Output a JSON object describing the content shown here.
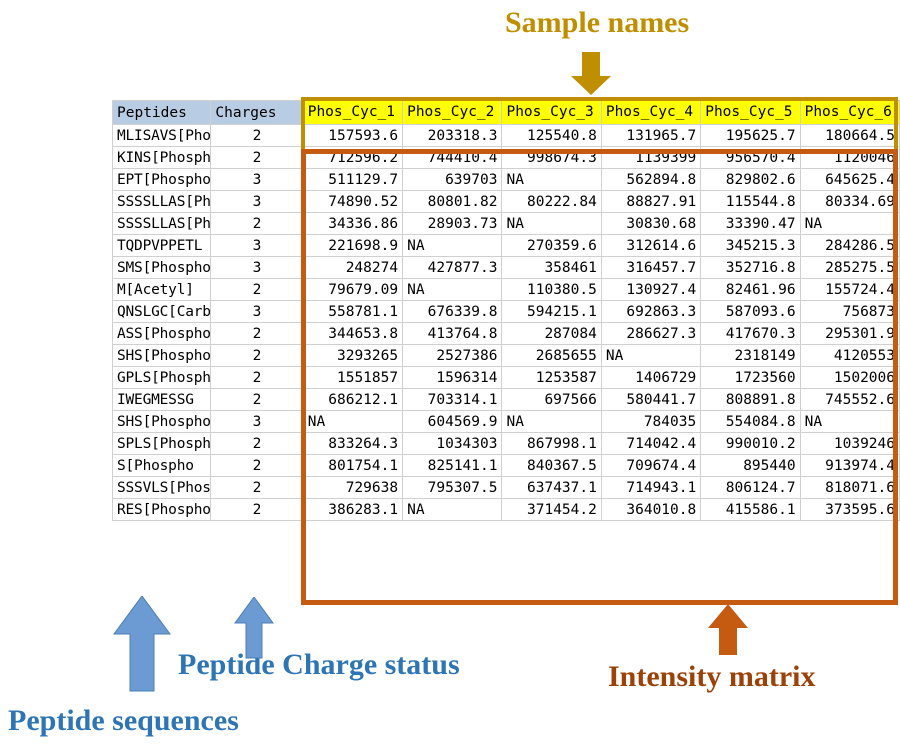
{
  "annotations": {
    "sample_names": "Sample names",
    "intensity_matrix": "Intensity matrix",
    "charge_status": "Peptide Charge status",
    "peptide_sequences": "Peptide sequences"
  },
  "colors": {
    "sample_names": "#bf8f00",
    "intensity_matrix": "#c55a11",
    "blue_annotation": "#2e75b6",
    "header_blue": "#b8cce4",
    "header_yellow": "#ffff00"
  },
  "table": {
    "headers": {
      "peptides": "Peptides",
      "charges": "Charges",
      "samples": [
        "Phos_Cyc_1",
        "Phos_Cyc_2",
        "Phos_Cyc_3",
        "Phos_Cyc_4",
        "Phos_Cyc_5",
        "Phos_Cyc_6"
      ]
    },
    "rows": [
      {
        "peptide": "MLISAVS[Phospho",
        "charge": "2",
        "values": [
          "157593.6",
          "203318.3",
          "125540.8",
          "131965.7",
          "195625.7",
          "180664.5"
        ]
      },
      {
        "peptide": "KINS[Phospho",
        "charge": "2",
        "values": [
          "712596.2",
          "744410.4",
          "998674.3",
          "1139399",
          "956570.4",
          "1120046"
        ]
      },
      {
        "peptide": "EPT[Phospho",
        "charge": "3",
        "values": [
          "511129.7",
          "639703",
          "NA",
          "562894.8",
          "829802.6",
          "645625.4"
        ]
      },
      {
        "peptide": "SSSSLLAS[Phospho",
        "charge": "3",
        "values": [
          "74890.52",
          "80801.82",
          "80222.84",
          "88827.91",
          "115544.8",
          "80334.69"
        ]
      },
      {
        "peptide": "SSSSLLAS[Phospho",
        "charge": "2",
        "values": [
          "34336.86",
          "28903.73",
          "NA",
          "30830.68",
          "33390.47",
          "NA"
        ]
      },
      {
        "peptide": "TQDPVPPETL",
        "charge": "3",
        "values": [
          "221698.9",
          "NA",
          "270359.6",
          "312614.6",
          "345215.3",
          "284286.5"
        ]
      },
      {
        "peptide": "SMS[Phospho",
        "charge": "3",
        "values": [
          "248274",
          "427877.3",
          "358461",
          "316457.7",
          "352716.8",
          "285275.5"
        ]
      },
      {
        "peptide": "M[Acetyl]",
        "charge": "2",
        "values": [
          "79679.09",
          "NA",
          "110380.5",
          "130927.4",
          "82461.96",
          "155724.4"
        ]
      },
      {
        "peptide": "QNSLGC[Carbamid",
        "charge": "3",
        "values": [
          "558781.1",
          "676339.8",
          "594215.1",
          "692863.3",
          "587093.6",
          "756873"
        ]
      },
      {
        "peptide": "ASS[Phospho",
        "charge": "2",
        "values": [
          "344653.8",
          "413764.8",
          "287084",
          "286627.3",
          "417670.3",
          "295301.9"
        ]
      },
      {
        "peptide": "SHS[Phospho",
        "charge": "2",
        "values": [
          "3293265",
          "2527386",
          "2685655",
          "NA",
          "2318149",
          "4120553"
        ]
      },
      {
        "peptide": "GPLS[Phospho",
        "charge": "2",
        "values": [
          "1551857",
          "1596314",
          "1253587",
          "1406729",
          "1723560",
          "1502006"
        ]
      },
      {
        "peptide": "IWEGMESSG",
        "charge": "2",
        "values": [
          "686212.1",
          "703314.1",
          "697566",
          "580441.7",
          "808891.8",
          "745552.6"
        ]
      },
      {
        "peptide": "SHS[Phospho",
        "charge": "3",
        "values": [
          "NA",
          "604569.9",
          "NA",
          "784035",
          "554084.8",
          "NA"
        ]
      },
      {
        "peptide": "SPLS[Phospho",
        "charge": "2",
        "values": [
          "833264.3",
          "1034303",
          "867998.1",
          "714042.4",
          "990010.2",
          "1039246"
        ]
      },
      {
        "peptide": "S[Phospho",
        "charge": "2",
        "values": [
          "801754.1",
          "825141.1",
          "840367.5",
          "709674.4",
          "895440",
          "913974.4"
        ]
      },
      {
        "peptide": "SSSVLS[Phospho",
        "charge": "2",
        "values": [
          "729638",
          "795307.5",
          "637437.1",
          "714943.1",
          "806124.7",
          "818071.6"
        ]
      },
      {
        "peptide": "RES[Phospho",
        "charge": "2",
        "values": [
          "386283.1",
          "NA",
          "371454.2",
          "364010.8",
          "415586.1",
          "373595.6"
        ]
      }
    ]
  }
}
